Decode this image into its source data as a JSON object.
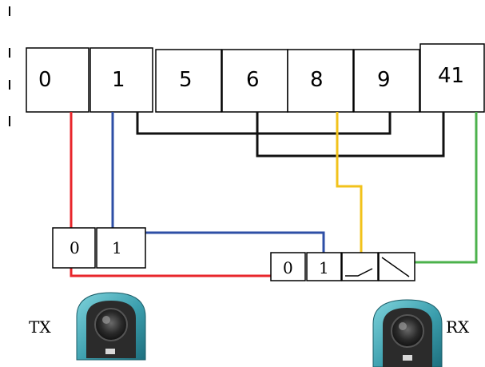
{
  "terminal_block": {
    "terminals": [
      "0",
      "1",
      "5",
      "6",
      "8",
      "9",
      "41"
    ]
  },
  "transmitter": {
    "label": "TX",
    "terminals": [
      "0",
      "1"
    ]
  },
  "receiver": {
    "label": "RX",
    "terminals": [
      "0",
      "1"
    ]
  },
  "wire_colors": {
    "red": "#e8262b",
    "blue": "#2e4fa6",
    "yellow": "#f2c21b",
    "green": "#4cb24c",
    "black": "#111111"
  }
}
